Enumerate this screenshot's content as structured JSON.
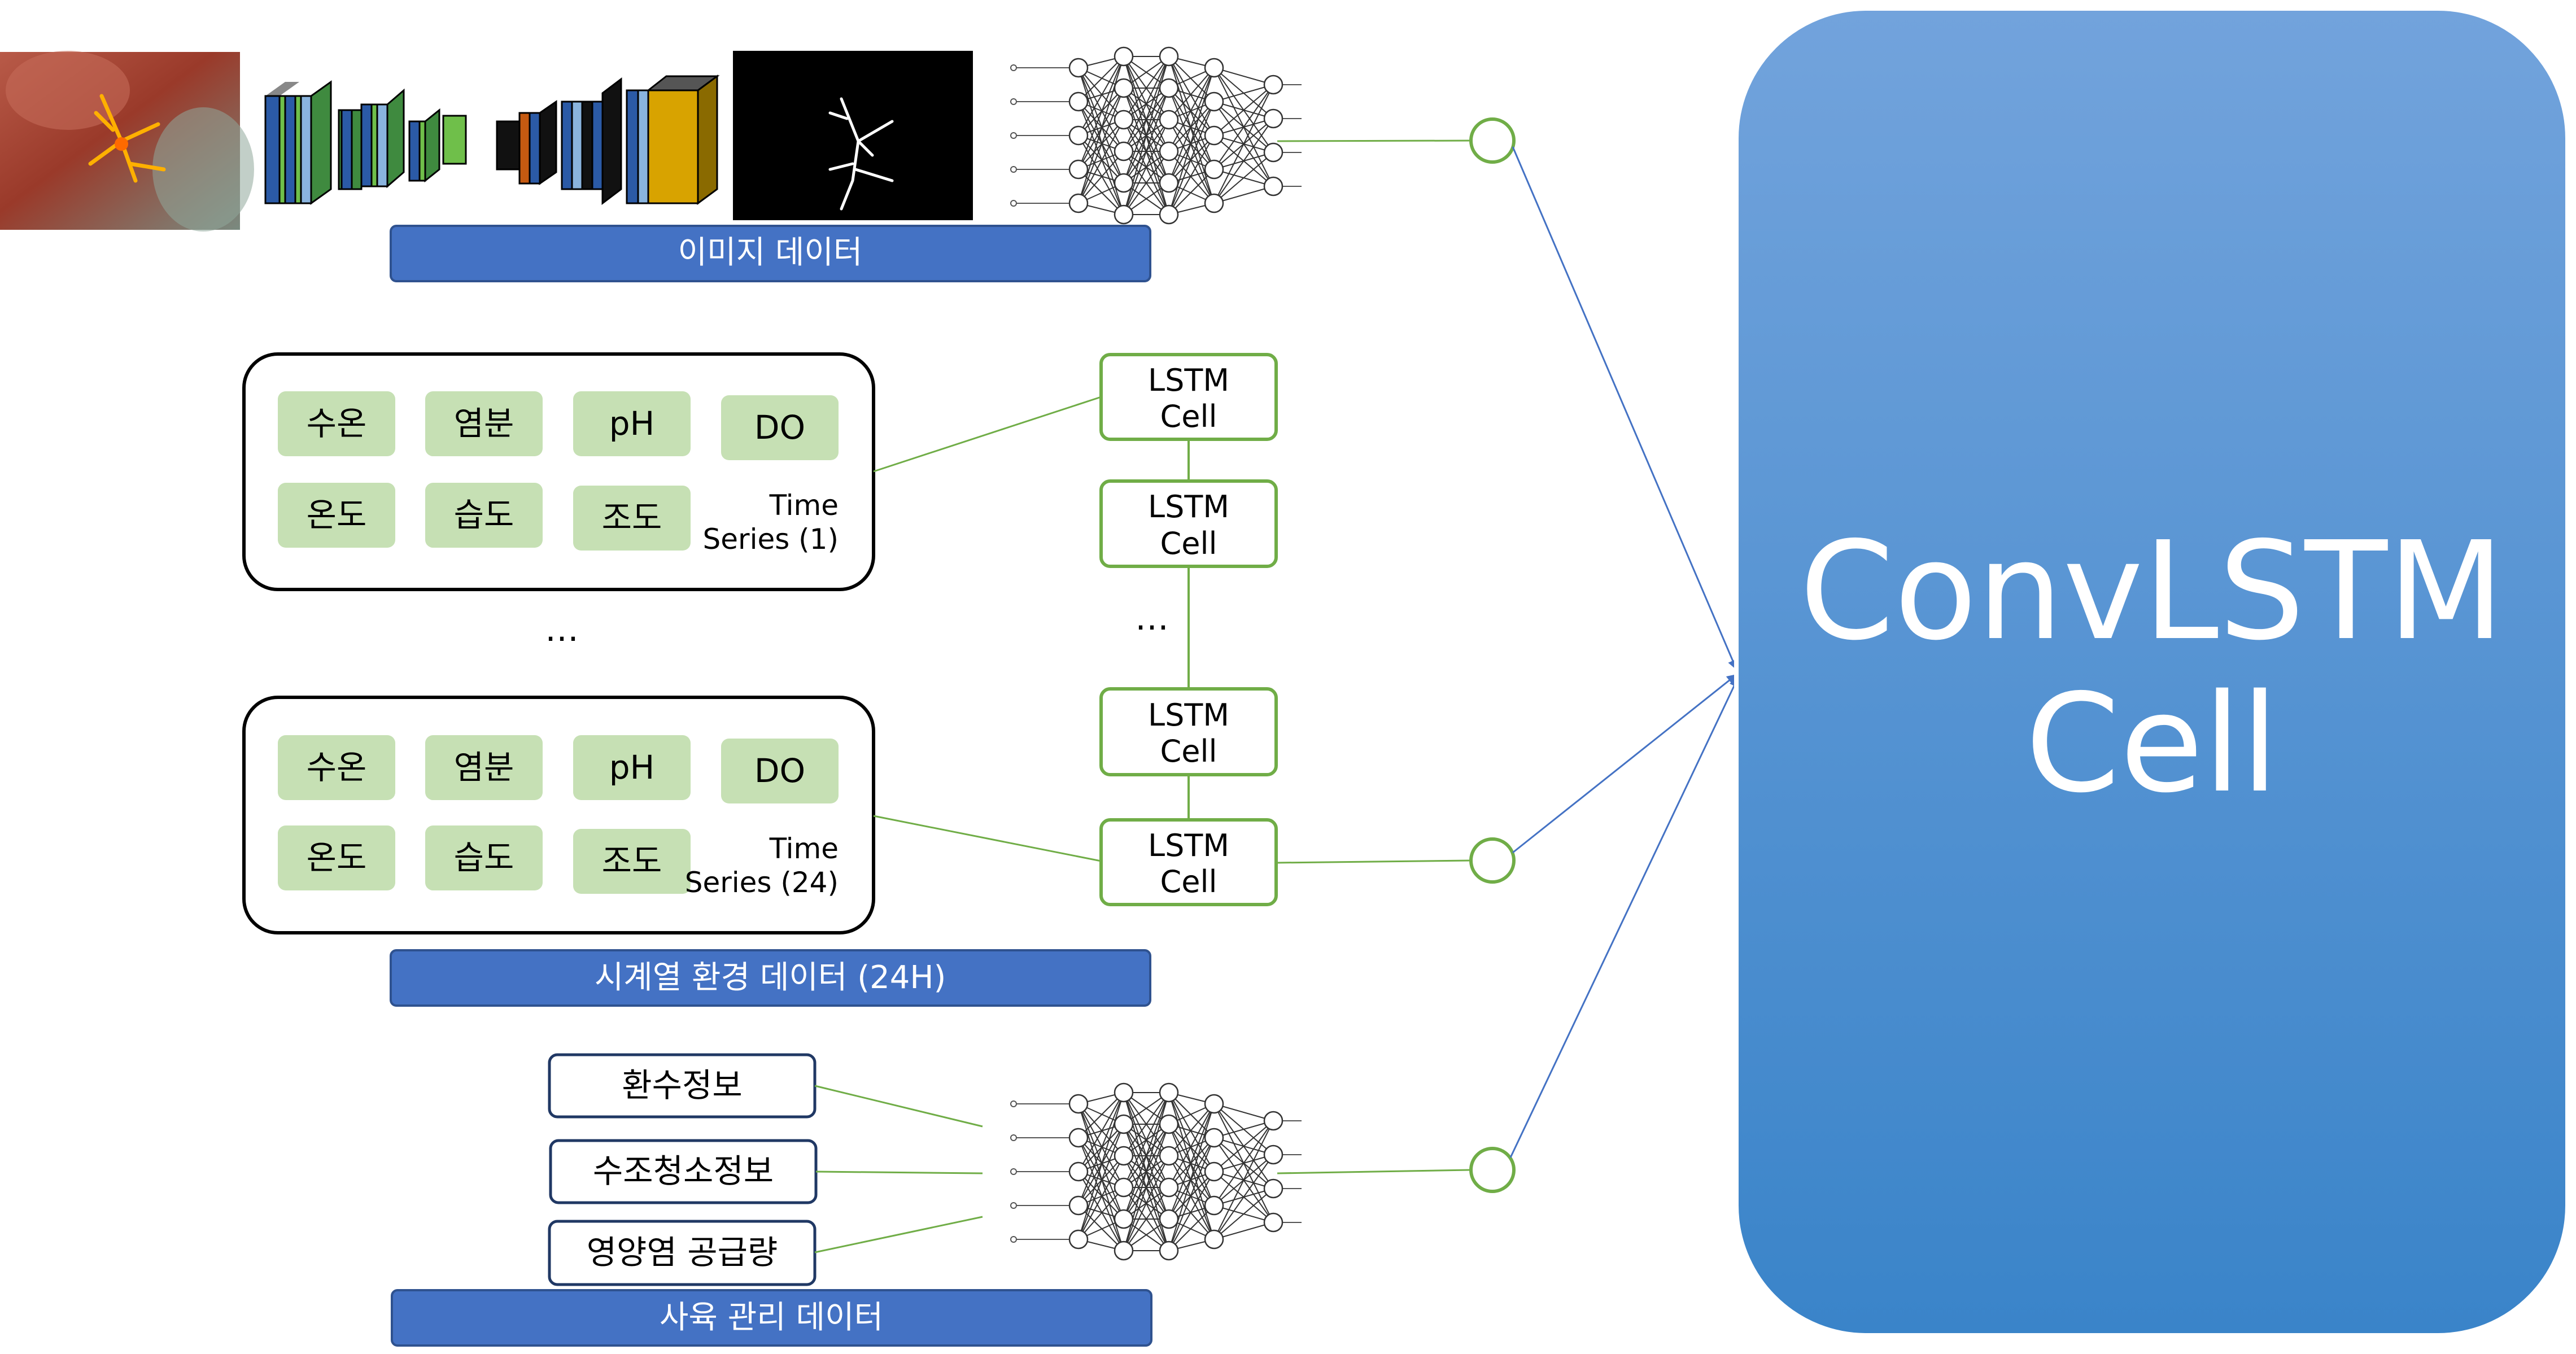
{
  "image_section": {
    "label": "이미지 데이터"
  },
  "env_section": {
    "label": "시계열 환경 데이터 (24H)",
    "box1": {
      "sensors": [
        "수온",
        "염분",
        "pH",
        "DO",
        "온도",
        "습도",
        "조도"
      ],
      "series_label_line1": "Time",
      "series_label_line2": "Series (1)"
    },
    "ellipsis": "…",
    "box2": {
      "sensors": [
        "수온",
        "염분",
        "pH",
        "DO",
        "온도",
        "습도",
        "조도"
      ],
      "series_label_line1": "Time",
      "series_label_line2": "Series (24)"
    },
    "lstm_cells": [
      {
        "line1": "LSTM",
        "line2": "Cell"
      },
      {
        "line1": "LSTM",
        "line2": "Cell"
      },
      {
        "line1": "LSTM",
        "line2": "Cell"
      },
      {
        "line1": "LSTM",
        "line2": "Cell"
      }
    ],
    "lstm_ellipsis": "…"
  },
  "mgmt_section": {
    "label": "사육 관리 데이터",
    "inputs": [
      "환수정보",
      "수조청소정보",
      "영양염 공급량"
    ]
  },
  "convlstm": {
    "line1": "ConvLSTM",
    "line2": "Cell"
  },
  "colors": {
    "label_bar": "#4472c4",
    "sensor_chip": "#c6e0b4",
    "lstm_border": "#70ad47",
    "arrow": "#4472c4",
    "convlstm_top": "#6fa1d9",
    "convlstm_bottom": "#3f86c8"
  }
}
